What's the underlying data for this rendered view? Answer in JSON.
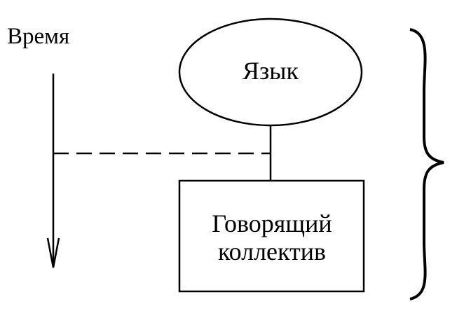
{
  "diagram": {
    "time_label": "Время",
    "language_label": "Язык",
    "collective_line1": "Говорящий",
    "collective_line2": "коллектив"
  },
  "colors": {
    "stroke": "#000000",
    "background": "#ffffff"
  }
}
